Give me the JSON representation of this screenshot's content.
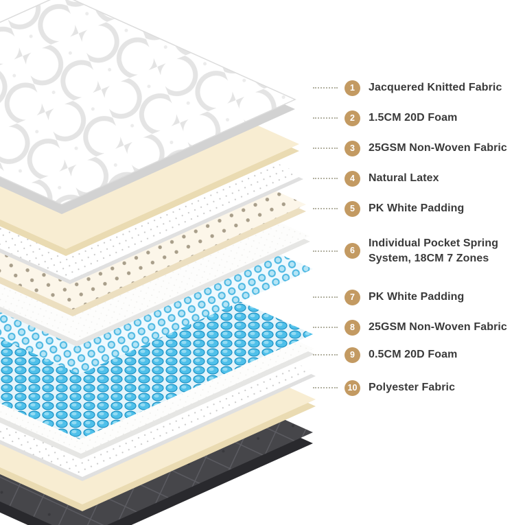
{
  "page": {
    "background": "#ffffff"
  },
  "labels": {
    "accent": "#c39a62",
    "leader_dot_color": "#b2b0a0",
    "text_color": "#3a3a3a",
    "items": [
      {
        "num": "1",
        "text": "Jacquered Knitted Fabric"
      },
      {
        "num": "2",
        "text": "1.5CM 20D Foam"
      },
      {
        "num": "3",
        "text": "25GSM Non-Woven Fabric"
      },
      {
        "num": "4",
        "text": "Natural Latex"
      },
      {
        "num": "5",
        "text": "PK White Padding"
      },
      {
        "num": "6",
        "text": "Individual Pocket Spring System, 18CM 7 Zones"
      },
      {
        "num": "7",
        "text": "PK White Padding"
      },
      {
        "num": "8",
        "text": "25GSM Non-Woven Fabric"
      },
      {
        "num": "9",
        "text": "0.5CM 20D Foam"
      },
      {
        "num": "10",
        "text": "Polyester Fabric"
      }
    ]
  },
  "diagram": {
    "spring_color": "#4fc0ea",
    "foam_color": "#f8edd2",
    "dark_fabric_color": "#46464a",
    "layers": [
      {
        "name": "jacquered-knitted-fabric",
        "top": "quilt",
        "side": "#d2d2d2",
        "thickness": 14,
        "edge": "#dcdcdc"
      },
      {
        "name": "foam-1-5cm-20d",
        "top": "#f8edd2",
        "side": "#eadbb2",
        "thickness": 10
      },
      {
        "name": "non-woven-25gsm",
        "top": "dots",
        "side": "#e0e0e0",
        "thickness": 6
      },
      {
        "name": "natural-latex",
        "top": "holes",
        "side": "#ecdfc0",
        "thickness": 10
      },
      {
        "name": "pk-white-padding",
        "top": "fiber",
        "side": "#e6e6e4",
        "thickness": 8
      },
      {
        "name": "pocket-spring-system",
        "top": "springtop",
        "side": "coil",
        "thickness": 95
      },
      {
        "name": "pk-white-padding-lower",
        "top": "fiber",
        "side": "#e6e6e4",
        "thickness": 8
      },
      {
        "name": "non-woven-25gsm-lower",
        "top": "dots",
        "side": "#e0e0e0",
        "thickness": 6
      },
      {
        "name": "foam-0-5cm-20d",
        "top": "#f8edd2",
        "side": "#eadbb2",
        "thickness": 10
      },
      {
        "name": "polyester-fabric",
        "top": "darkquilt",
        "side": "#29292d",
        "thickness": 16
      }
    ]
  }
}
